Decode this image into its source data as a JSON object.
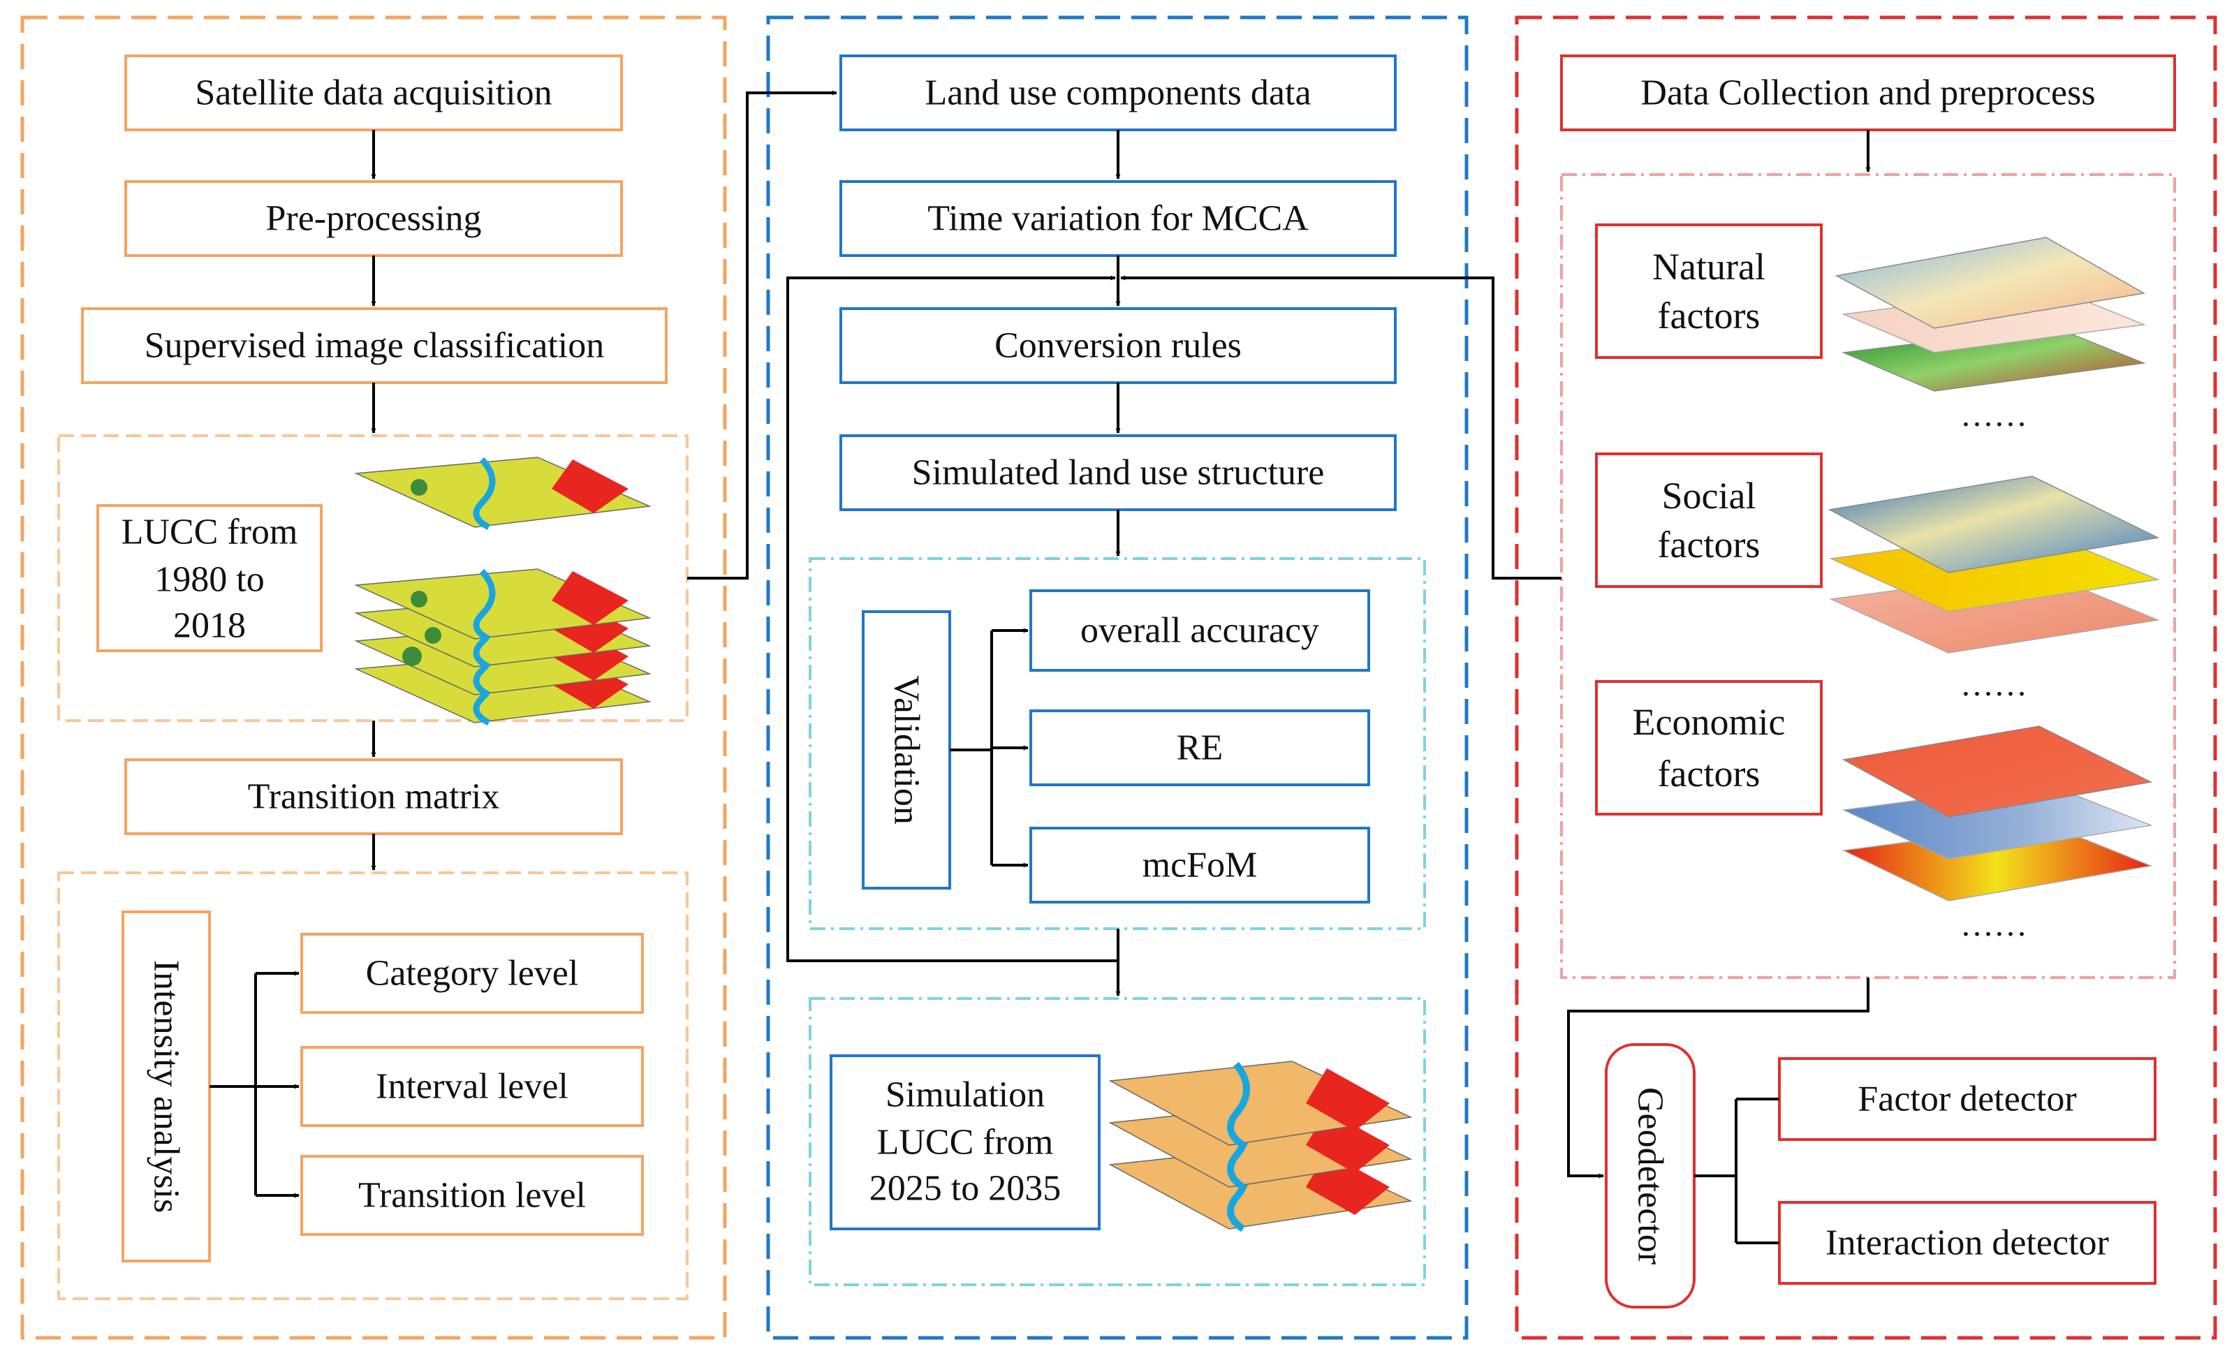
{
  "left": {
    "satellite": "Satellite data acquisition",
    "preprocessing": "Pre-processing",
    "supervised": "Supervised image classification",
    "lucc_line1": "LUCC from",
    "lucc_line2": "1980 to",
    "lucc_line3": "2018",
    "transition_matrix": "Transition matrix",
    "intensity": "Intensity analysis",
    "category": "Category  level",
    "interval": "Interval level",
    "transition_level": "Transition level"
  },
  "middle": {
    "land_use": "Land use components data",
    "time_variation": "Time  variation  for  MCCA",
    "conversion": "Conversion  rules",
    "simulated": "Simulated land use structure",
    "validation": "Validation",
    "overall_accuracy": "overall accuracy",
    "re": "RE",
    "mcfom": "mcFoM",
    "simulation_line1": "Simulation",
    "simulation_line2": "LUCC  from",
    "simulation_line3": "2025 to 2035"
  },
  "right": {
    "data_collection": "Data Collection and preprocess",
    "natural_line1": "Natural",
    "natural_line2": "factors",
    "social_line1": "Social",
    "social_line2": "factors",
    "economic_line1": "Economic",
    "economic_line2": "factors",
    "ellipsis": "……",
    "geodetector": "Geodetector",
    "factor_detector": "Factor detector",
    "interaction_detector": "Interaction detector"
  },
  "colors": {
    "left_panel": "#f4a460",
    "middle_panel": "#1f78c8",
    "right_panel": "#e03030",
    "left_inner": "#f7c79a",
    "middle_inner": "#7fd3e0",
    "right_inner": "#f0a0a0"
  }
}
